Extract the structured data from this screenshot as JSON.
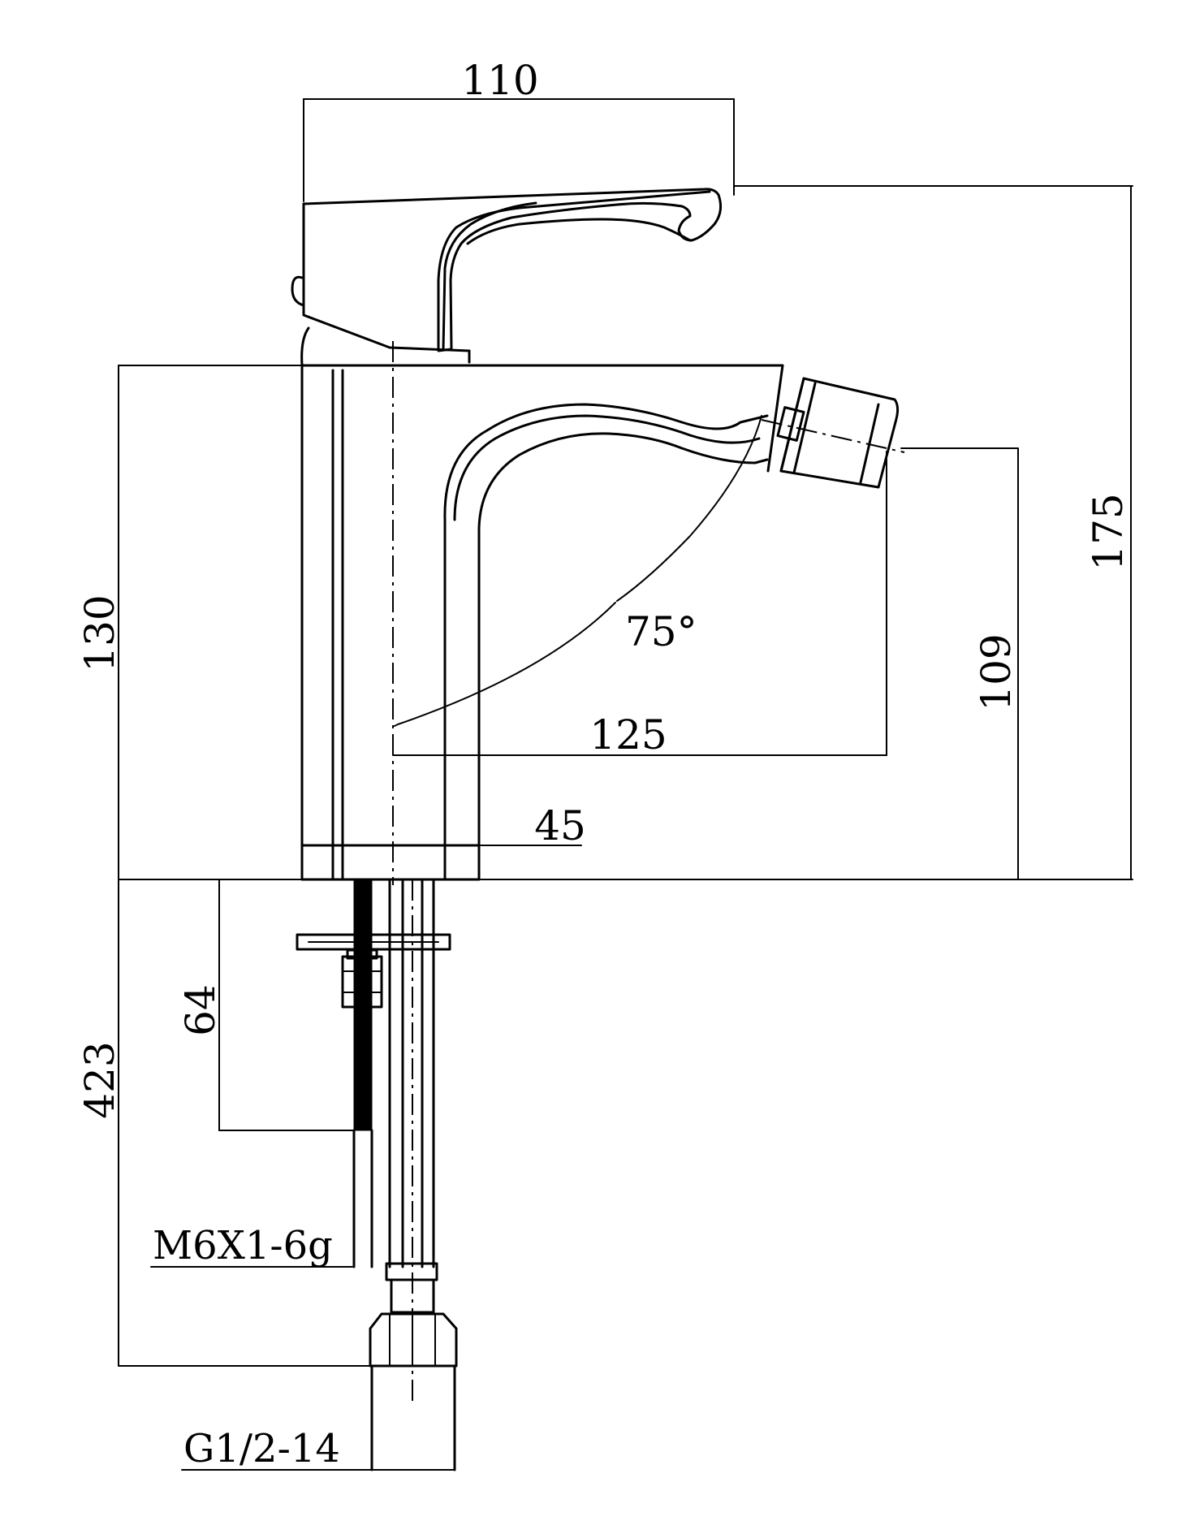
{
  "drawing": {
    "dimensions": {
      "handle_length": "110",
      "total_height": "175",
      "body_height": "130",
      "spout_height": "109",
      "spout_reach": "125",
      "body_width": "45",
      "hose_length": "423",
      "stud_length": "64",
      "spray_angle": "75°"
    },
    "callouts": {
      "stud_thread": "M6X1-6g",
      "hose_thread": "G1/2-14"
    }
  }
}
